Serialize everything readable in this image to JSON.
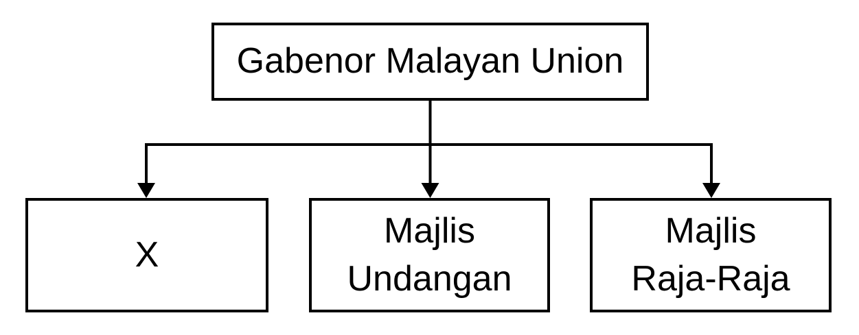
{
  "diagram": {
    "type": "org-chart",
    "nodes": [
      {
        "id": "root",
        "label": "Gabenor Malayan Union"
      },
      {
        "id": "x",
        "label": "X"
      },
      {
        "id": "majlis-undangan",
        "label": "Majlis\nUndangan"
      },
      {
        "id": "majlis-raja-raja",
        "label": "Majlis\nRaja-Raja"
      }
    ],
    "edges": [
      {
        "from": "root",
        "to": "x"
      },
      {
        "from": "root",
        "to": "majlis-undangan"
      },
      {
        "from": "root",
        "to": "majlis-raja-raja"
      }
    ],
    "colors": {
      "background": "#ffffff",
      "line": "#000000",
      "text": "#000000"
    }
  }
}
